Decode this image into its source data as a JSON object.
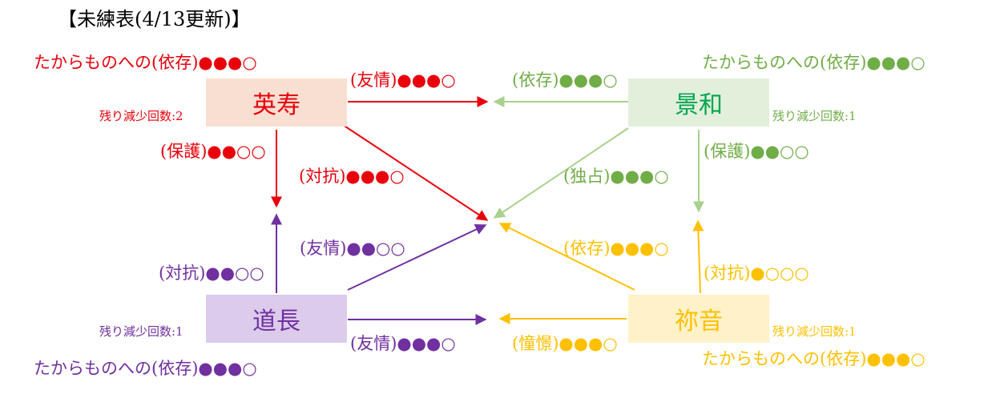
{
  "title": "【未練表(4/13更新)】",
  "nodes": {
    "hide": {
      "name": "英寿",
      "remaining": "残り減少回数:2",
      "treasure": "たからものへの(依存)●●●○"
    },
    "kei": {
      "name": "景和",
      "remaining": "残り減少回数:1",
      "treasure": "たからものへの(依存)●●●○"
    },
    "michi": {
      "name": "道長",
      "remaining": "残り減少回数:1",
      "treasure": "たからものへの(依存)●●●○"
    },
    "ne": {
      "name": "祢音",
      "remaining": "残り減少回数:1",
      "treasure": "たからものへの(依存)●●●○"
    }
  },
  "edges": {
    "hide_friend": "(友情)●●●○",
    "hide_protect": "(保護)●●○○",
    "hide_oppose": "(対抗)●●●○",
    "kei_depend": "(依存)●●●○",
    "kei_monopoly": "(独占)●●●○",
    "kei_protect": "(保護)●●○○",
    "michi_oppose": "(対抗)●●○○",
    "michi_friend_center": "(友情)●●○○",
    "michi_friend": "(友情)●●●○",
    "ne_depend": "(依存)●●●○",
    "ne_oppose": "(対抗)●○○○",
    "ne_admire": "(憧憬)●●●○"
  },
  "colors": {
    "hide": "#e8000b",
    "kei": "#70ad47",
    "kei_arrow": "#a9d18e",
    "michi": "#7030a0",
    "ne": "#ffc000"
  }
}
